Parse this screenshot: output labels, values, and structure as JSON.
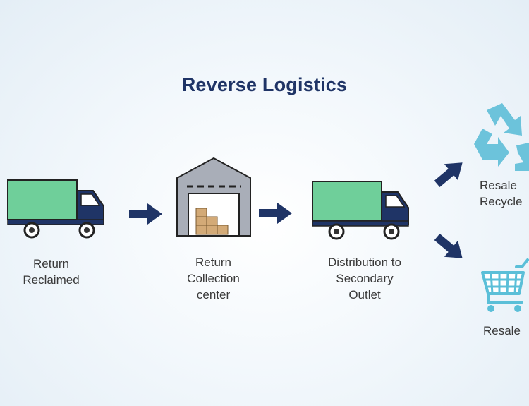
{
  "title": "Reverse Logistics",
  "steps": [
    {
      "icon": "truck-icon",
      "label_lines": [
        "Return",
        "Reclaimed"
      ]
    },
    {
      "icon": "warehouse-icon",
      "label_lines": [
        "Return",
        "Collection",
        "center"
      ]
    },
    {
      "icon": "truck-icon",
      "label_lines": [
        "Distribution to",
        "Secondary",
        "Outlet"
      ]
    }
  ],
  "outcomes": [
    {
      "icon": "recycle-icon",
      "label_lines": [
        "Resale",
        "Recycle"
      ]
    },
    {
      "icon": "shopping-cart-icon",
      "label_lines": [
        "Resale"
      ]
    }
  ],
  "colors": {
    "title": "#1f3466",
    "arrow": "#1f3466",
    "truck_cargo": "#6fcf9a",
    "truck_cab": "#1f3466",
    "warehouse": "#a9aeb8",
    "boxes": "#d3aa77",
    "recycle": "#6cc3db",
    "cart": "#5bbfd8"
  }
}
